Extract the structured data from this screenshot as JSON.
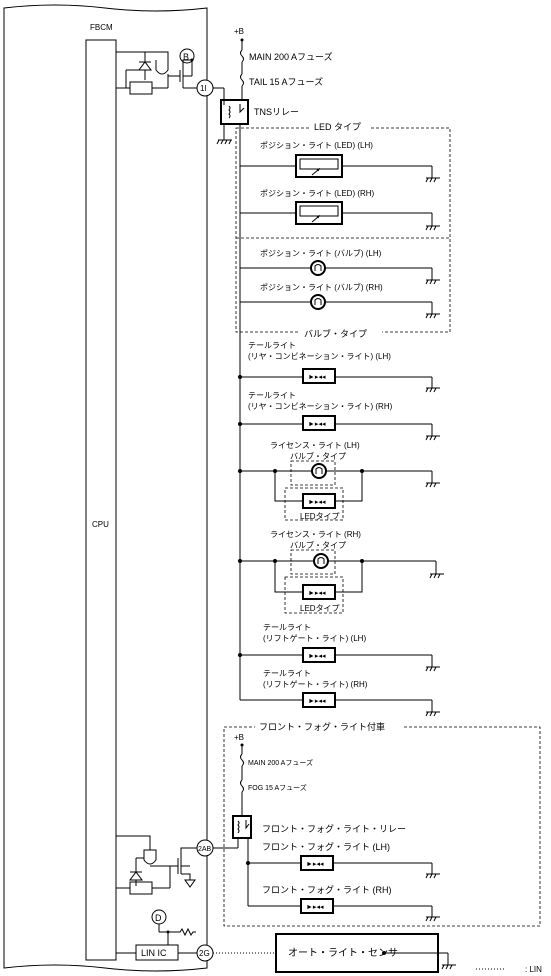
{
  "module": {
    "name": "FBCM",
    "cpu": "CPU",
    "lin_ic": "LIN IC"
  },
  "supply": {
    "b_plus": "+B",
    "main_fuse": "MAIN 200 Aフューズ",
    "tail_fuse": "TAIL 15 Aフューズ",
    "tns_relay": "TNSリレー"
  },
  "connectors": {
    "c1I": "1I",
    "c2AB": "2AB",
    "c2G": "2G",
    "cB": "B",
    "cD": "D"
  },
  "groups": {
    "led_type": "LED タイプ",
    "bulb_type": "バルブ・タイプ",
    "fog_option": "フロント・フォグ・ライト付車"
  },
  "lamps": {
    "pos_led_lh": "ポジション・ライト (LED) (LH)",
    "pos_led_rh": "ポジション・ライト (LED) (RH)",
    "pos_bulb_lh": "ポジション・ライト (バルブ) (LH)",
    "pos_bulb_rh": "ポジション・ライト (バルブ) (RH)",
    "tail_lh_1": "テールライト",
    "tail_lh_2": "(リヤ・コンビネーション・ライト) (LH)",
    "tail_rh_1": "テールライト",
    "tail_rh_2": "(リヤ・コンビネーション・ライト) (RH)",
    "lic_lh": "ライセンス・ライト (LH)",
    "lic_rh": "ライセンス・ライト (RH)",
    "bulb_type_sub": "バルブ・タイプ",
    "led_type_sub": "LEDタイプ",
    "tail_lg_lh_1": "テールライト",
    "tail_lg_lh_2": "(リフトゲート・ライト) (LH)",
    "tail_lg_rh_1": "テールライト",
    "tail_lg_rh_2": "(リフトゲート・ライト) (RH)"
  },
  "fog": {
    "b_plus": "+B",
    "main_fuse": "MAIN 200 Aフューズ",
    "fog_fuse": "FOG 15 Aフューズ",
    "relay": "フロント・フォグ・ライト・リレー",
    "lh": "フロント・フォグ・ライト (LH)",
    "rh": "フロント・フォグ・ライト (RH)"
  },
  "sensor": {
    "auto_light": "オート・ライト・センサ"
  },
  "legend": {
    "lin": ": LIN"
  }
}
